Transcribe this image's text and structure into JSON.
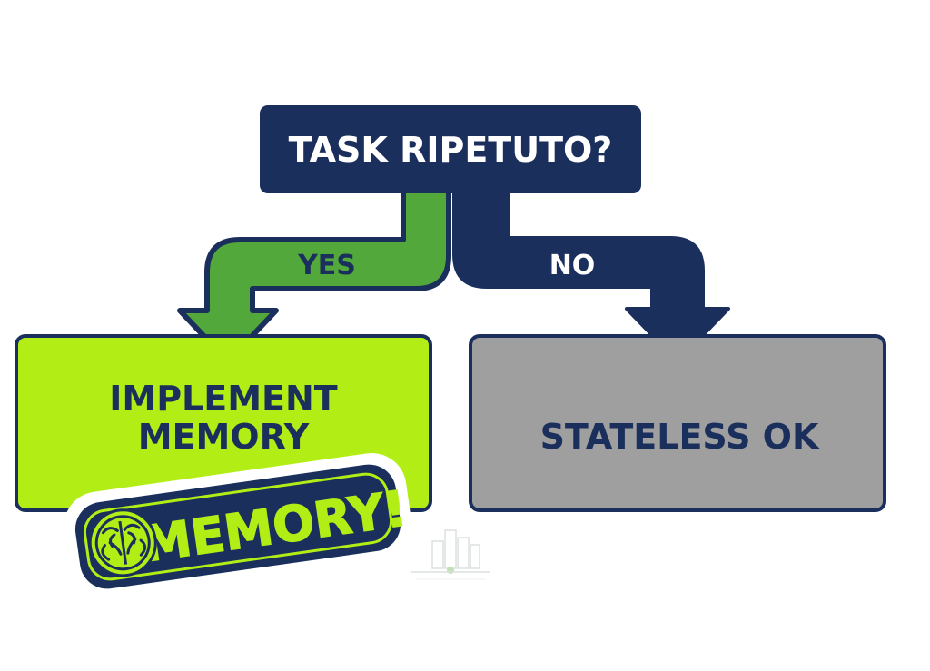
{
  "colors": {
    "navy": "#1a2f5c",
    "green_arrow": "#52a83a",
    "lime": "#b2ee16",
    "gray": "#9f9f9f",
    "dark_text": "#1a2f5c"
  },
  "decision": {
    "label": "TASK RIPETUTO?"
  },
  "branches": {
    "yes_label": "YES",
    "no_label": "NO"
  },
  "outcomes": {
    "yes": {
      "line1": "IMPLEMENT",
      "line2": "MEMORY"
    },
    "no": {
      "label": "STATELESS OK"
    }
  },
  "badge": {
    "text": "MEMORY!",
    "icon": "brain-icon"
  },
  "watermark": {
    "icon": "city-logo-icon"
  }
}
